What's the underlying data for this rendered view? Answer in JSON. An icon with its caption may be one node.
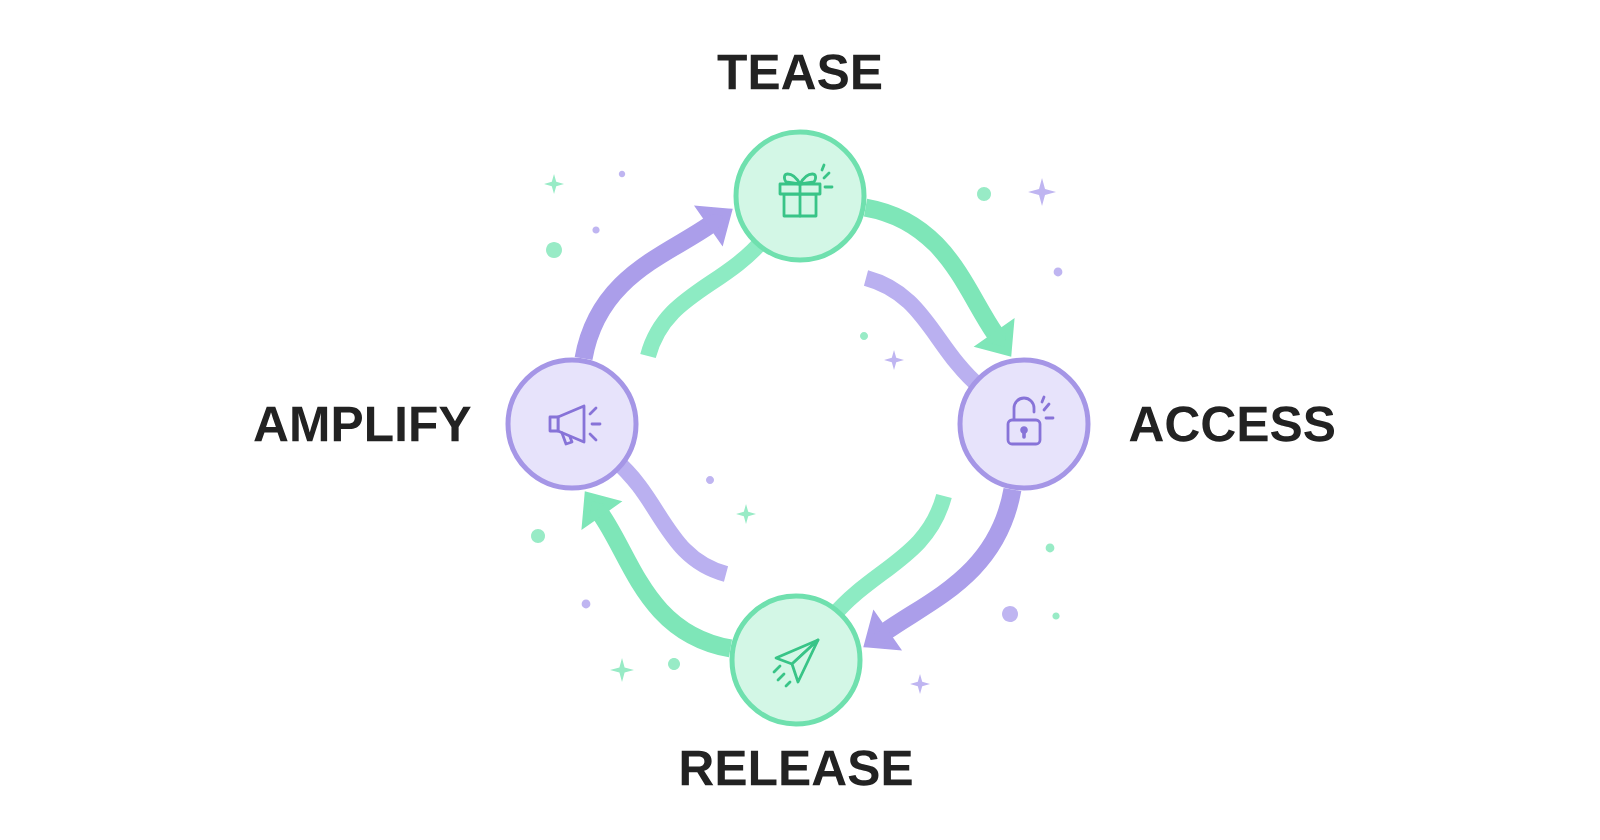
{
  "diagram": {
    "nodes": [
      {
        "text": [
          "TEASE"
        ]
      },
      {
        "text": [
          "ACCESS"
        ]
      },
      {
        "text": [
          "RELEASE"
        ]
      },
      {
        "text": [
          "AMPLIFY"
        ]
      }
    ],
    "edges": [
      {
        "from": 0,
        "to": 1,
        "arrow": "to",
        "color": "#7ee6b8"
      },
      {
        "from": 1,
        "to": 2,
        "arrow": "to",
        "color": "#ab9eea"
      },
      {
        "from": 2,
        "to": 3,
        "arrow": "to",
        "color": "#7ee6b8"
      },
      {
        "from": 3,
        "to": 0,
        "arrow": "to",
        "color": "#ab9eea"
      }
    ]
  }
}
